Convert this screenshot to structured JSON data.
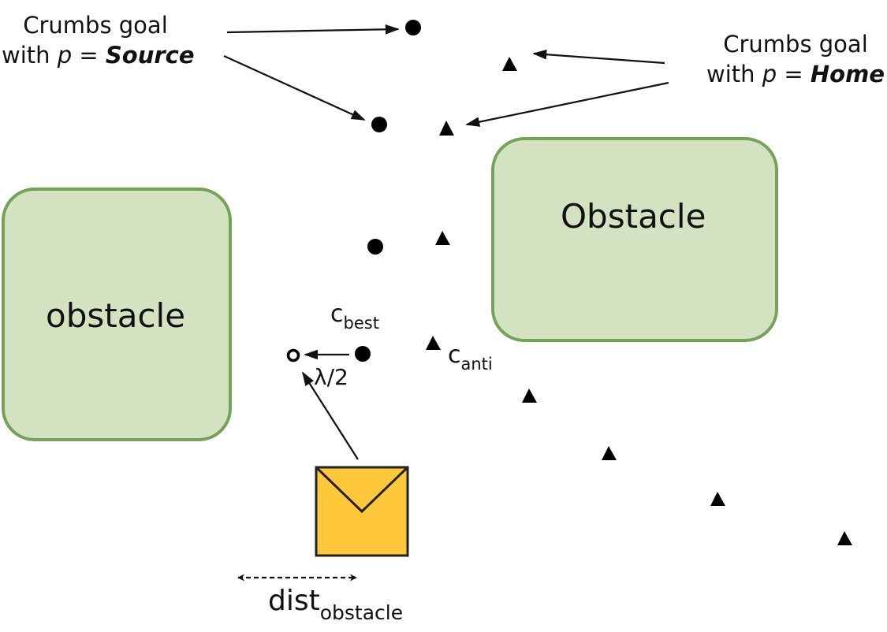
{
  "annotations": {
    "source_goal": {
      "line1": "Crumbs goal",
      "prefix": "with ",
      "var": "p",
      "eq": " = ",
      "value": "Source"
    },
    "home_goal": {
      "line1": "Crumbs goal",
      "prefix": "with ",
      "var": "p",
      "eq": " = ",
      "value": "Home"
    }
  },
  "obstacles": {
    "left_label": "obstacle",
    "right_label": "Obstacle",
    "fill_color": "#d3e2c0",
    "stroke_color": "#77a156"
  },
  "labels": {
    "c_best": {
      "base": "c",
      "sub": "best"
    },
    "c_anti": {
      "base": "c",
      "sub": "anti"
    },
    "lambda": "λ/2",
    "dist": {
      "base": "dist",
      "sub": "obstacle"
    }
  },
  "robot": {
    "fill_color": "#ffc83a",
    "stroke_color": "#222222"
  },
  "markers": {
    "source_crumb_shape": "filled-circle",
    "home_crumb_shape": "filled-triangle",
    "target_shape": "hollow-circle"
  }
}
